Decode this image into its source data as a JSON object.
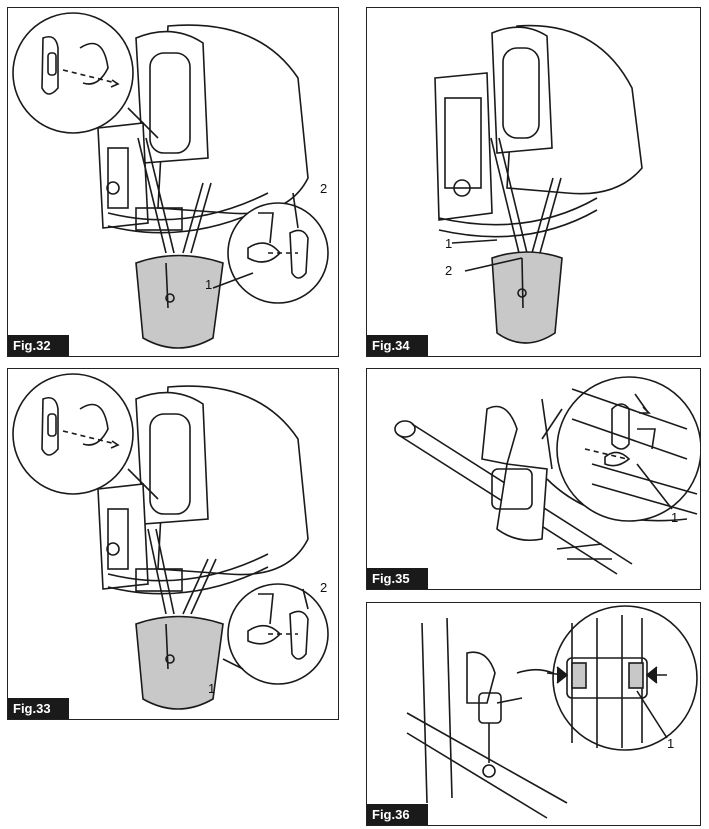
{
  "figures": {
    "fig32": {
      "label": "Fig.32",
      "callouts": [
        "1",
        "2"
      ]
    },
    "fig33": {
      "label": "Fig.33",
      "callouts": [
        "1",
        "2"
      ]
    },
    "fig34": {
      "label": "Fig.34",
      "callouts": [
        "1",
        "2"
      ]
    },
    "fig35": {
      "label": "Fig.35",
      "callouts": [
        "1"
      ]
    },
    "fig36": {
      "label": "Fig.36",
      "callouts": [
        "1"
      ]
    }
  },
  "colors": {
    "border": "#222222",
    "label_bg": "#1a1a1a",
    "shield_fill": "#c8c8c8",
    "line": "#1a1a1a"
  }
}
